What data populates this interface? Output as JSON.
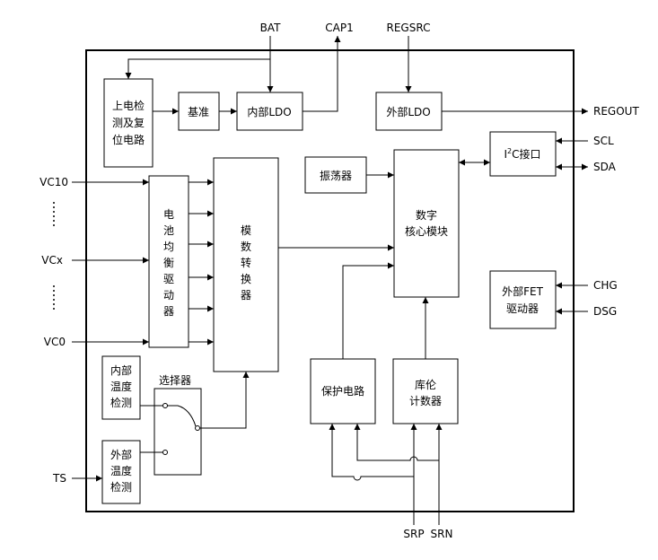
{
  "pins": {
    "bat": "BAT",
    "cap1": "CAP1",
    "regsrc": "REGSRC",
    "regout": "REGOUT",
    "scl": "SCL",
    "sda": "SDA",
    "vc10": "VC10",
    "vcx": "VCx",
    "vc0": "VC0",
    "ts": "TS",
    "chg": "CHG",
    "dsg": "DSG",
    "srp": "SRP",
    "srn": "SRN"
  },
  "blocks": {
    "por": [
      "上电检",
      "测及复",
      "位电路"
    ],
    "reference": "基准",
    "internal_ldo": "内部LDO",
    "external_ldo": "外部LDO",
    "i2c_prefix": "I",
    "i2c_sup": "2",
    "i2c_suffix": "C接口",
    "oscillator": "振荡器",
    "digital_core": [
      "数字",
      "核心模块"
    ],
    "balance_driver": [
      "电",
      "池",
      "均",
      "衡",
      "驱",
      "动",
      "器"
    ],
    "adc": [
      "模",
      "数",
      "转",
      "换",
      "器"
    ],
    "internal_temp": [
      "内部",
      "温度",
      "检测"
    ],
    "external_temp": [
      "外部",
      "温度",
      "检测"
    ],
    "selector": "选择器",
    "protection": "保护电路",
    "coulomb": [
      "库伦",
      "计数器"
    ],
    "fet_driver": [
      "外部FET",
      "驱动器"
    ]
  }
}
